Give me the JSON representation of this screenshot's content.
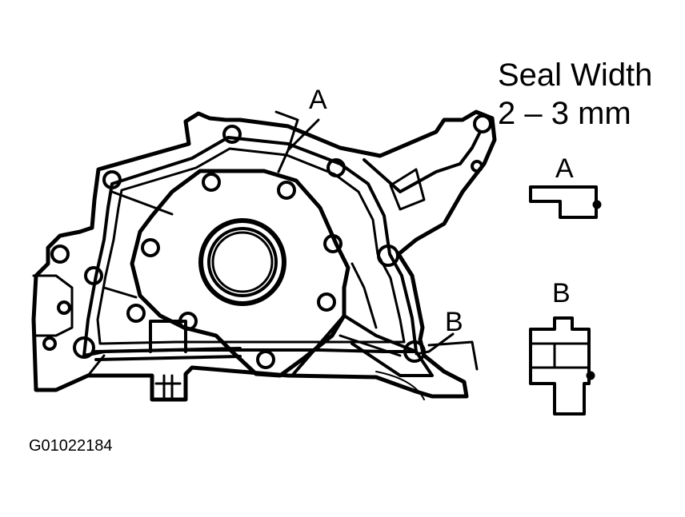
{
  "seal_width": {
    "title": "Seal Width",
    "value": "2 – 3 mm"
  },
  "callouts": {
    "a_main": "A",
    "b_main": "B",
    "a_detail": "A",
    "b_detail": "B"
  },
  "figure_code": "G01022184",
  "colors": {
    "ink": "#000000",
    "paper": "#ffffff"
  }
}
